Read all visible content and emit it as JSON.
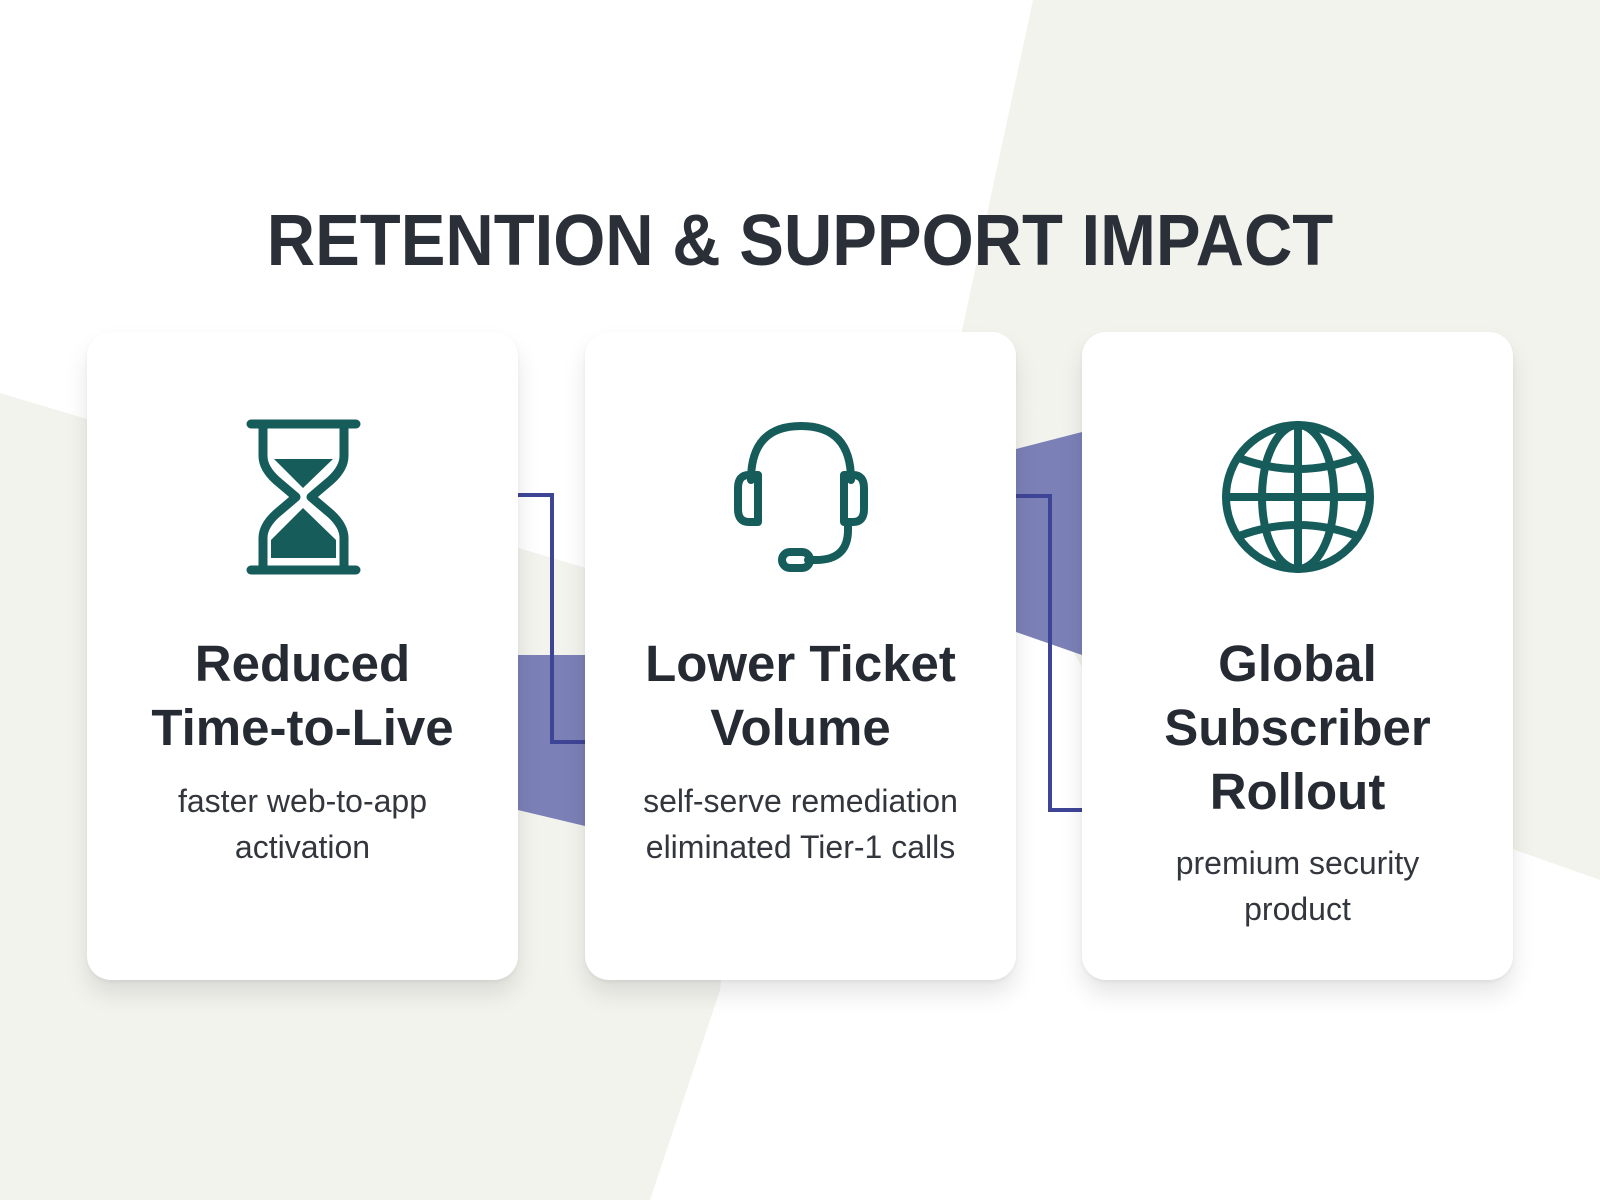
{
  "title": "RETENTION & SUPPORT IMPACT",
  "colors": {
    "background": "#ffffff",
    "background_accent": "#f3f3ee",
    "title_text": "#2b3038",
    "heading_text": "#262b33",
    "body_text": "#33373d",
    "icon": "#165c5b",
    "connector_line": "#3f4596",
    "connector_fill": "#7479b3",
    "card": "#ffffff"
  },
  "cards": [
    {
      "icon": "hourglass-icon",
      "heading": "Reduced\nTime-to-Live",
      "description": "faster web-to-app\nactivation"
    },
    {
      "icon": "headset-icon",
      "heading": "Lower Ticket\nVolume",
      "description": "self-serve remediation\neliminated Tier-1 calls"
    },
    {
      "icon": "globe-icon",
      "heading": "Global\nSubscriber\nRollout",
      "description": "premium security\nproduct"
    }
  ]
}
